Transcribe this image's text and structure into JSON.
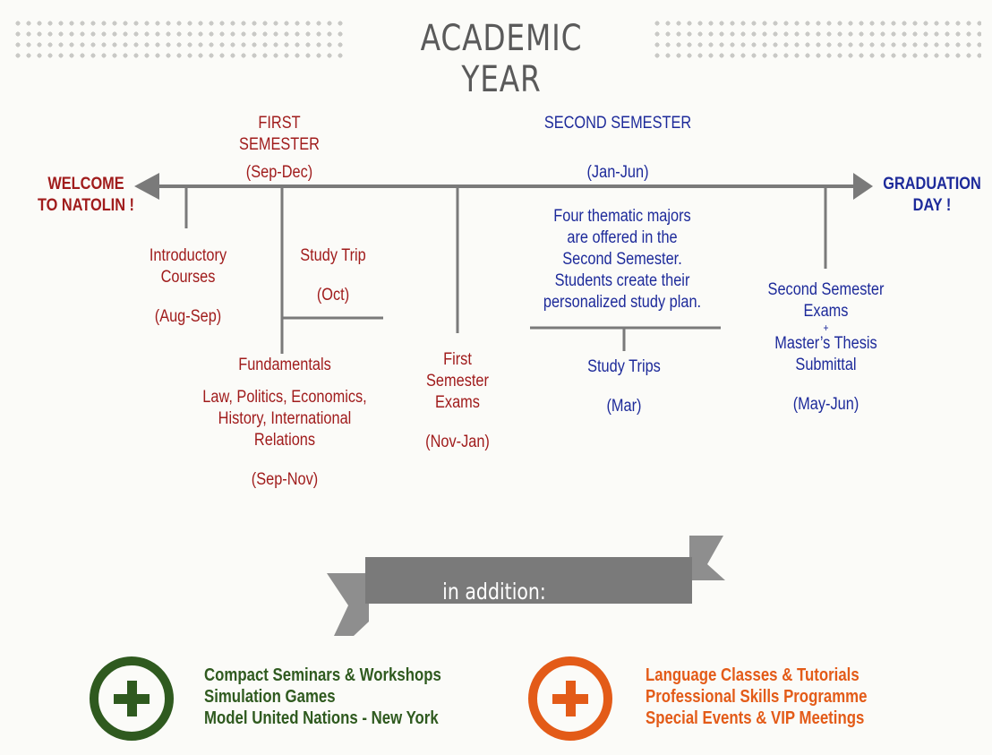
{
  "title": "ACADEMIC YEAR",
  "first_semester": {
    "label": "FIRST SEMESTER",
    "dates": "(Sep-Dec)"
  },
  "second_semester": {
    "label": "SECOND SEMESTER",
    "dates": "(Jan-Jun)"
  },
  "start": {
    "line1": "WELCOME",
    "line2": "TO NATOLIN !"
  },
  "end": {
    "line1": "GRADUATION",
    "line2": "DAY !"
  },
  "events": {
    "introductory": {
      "line1": "Introductory",
      "line2": "Courses",
      "dates": "(Aug-Sep)"
    },
    "study_trip": {
      "label": "Study Trip",
      "dates": "(Oct)"
    },
    "fundamentals": {
      "label": "Fundamentals",
      "line1": "Law, Politics, Economics,",
      "line2": "History, International",
      "line3": "Relations",
      "dates": "(Sep-Nov)"
    },
    "first_exams": {
      "line1": "First",
      "line2": "Semester",
      "line3": "Exams",
      "dates": "(Nov-Jan)"
    },
    "majors": {
      "line1": "Four thematic majors",
      "line2": "are offered in the",
      "line3": "Second Semester.",
      "line4": "Students create their",
      "line5": "personalized study plan."
    },
    "study_trips": {
      "label": "Study Trips",
      "dates": "(Mar)"
    },
    "second_exams": {
      "line1": "Second Semester",
      "line2": "Exams",
      "plus": "+",
      "line3": "Master’s Thesis",
      "line4": "Submittal",
      "dates": "(May-Jun)"
    }
  },
  "ribbon": "in addition:",
  "green_list": [
    "Compact Seminars & Workshops",
    "Simulation Games",
    "Model United Nations - New York"
  ],
  "orange_list": [
    "Language Classes & Tutorials",
    "Professional Skills Programme",
    "Special Events & VIP Meetings"
  ],
  "colors": {
    "red": "#a01c1c",
    "blue": "#1d2a9a",
    "gray": "#7a7a7a",
    "green": "#2f5a1f",
    "orange": "#e35b18"
  }
}
